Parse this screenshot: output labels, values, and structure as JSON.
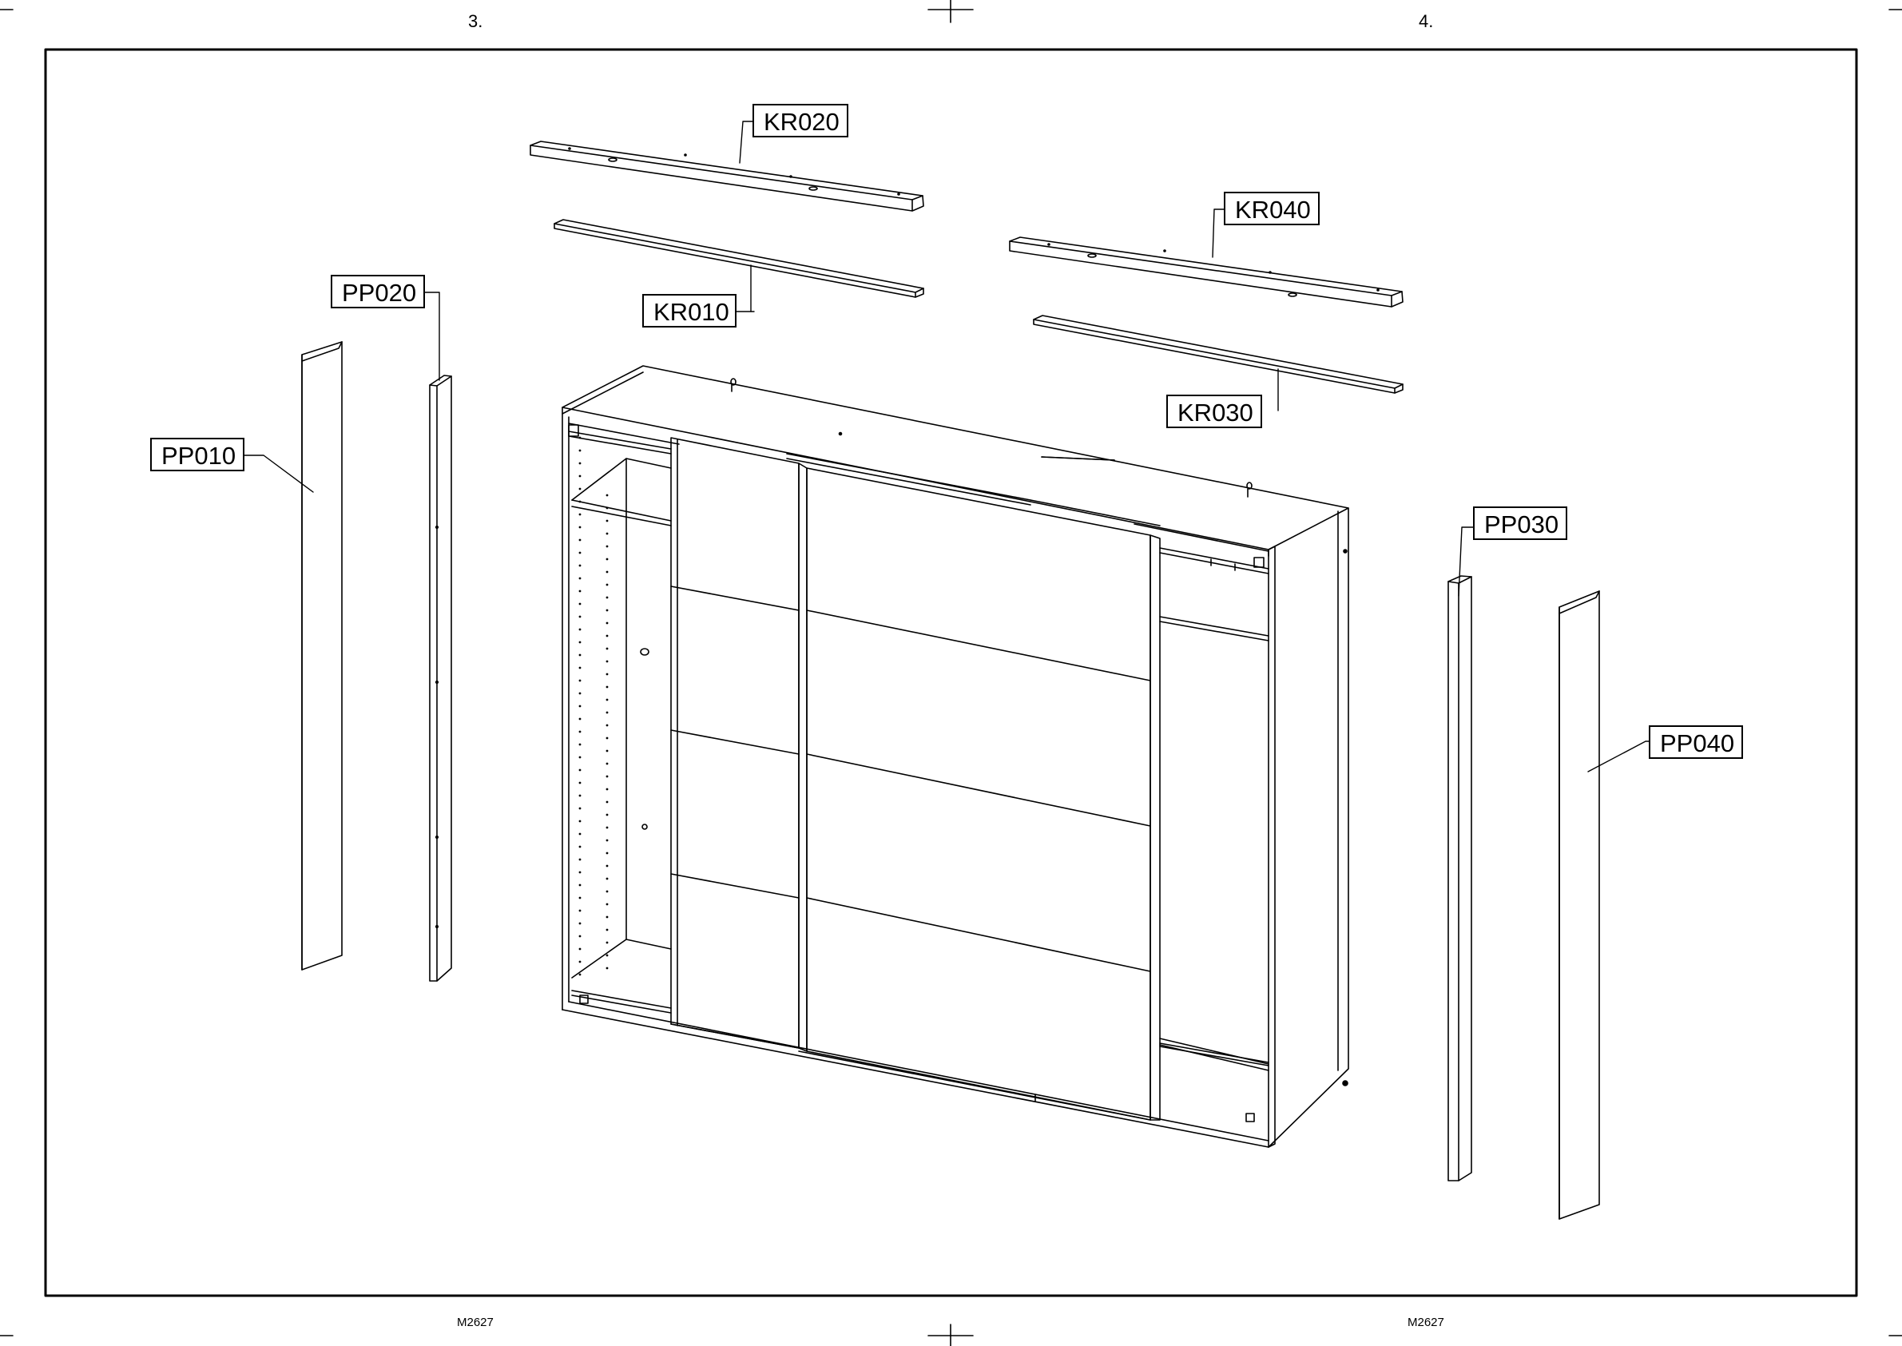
{
  "page_numbers": {
    "left": "3.",
    "right": "4."
  },
  "footer_codes": {
    "left": "M2627",
    "right": "M2627"
  },
  "part_labels": {
    "kr020": "KR020",
    "kr010": "KR010",
    "kr040": "KR040",
    "kr030": "KR030",
    "pp020": "PP020",
    "pp010": "PP010",
    "pp030": "PP030",
    "pp040": "PP040"
  },
  "colors": {
    "line": "#000000",
    "background": "#ffffff"
  }
}
